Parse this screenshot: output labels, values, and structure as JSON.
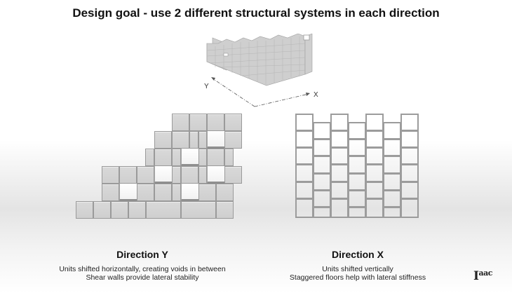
{
  "title": "Design goal - use 2 different structural systems in each direction",
  "iso_view": {
    "axis_y_label": "Y",
    "axis_x_label": "X"
  },
  "direction_y": {
    "heading": "Direction Y",
    "line1": "Units shifted horizontally, creating voids in between",
    "line2": "Shear walls provide lateral stability"
  },
  "direction_x": {
    "heading": "Direction X",
    "line1": "Units shifted vertically",
    "line2": "Staggered floors help with lateral stiffness"
  },
  "logo": {
    "main": "I",
    "sup": "aac"
  },
  "colors": {
    "unit_fill": "#d4d4d4",
    "unit_edge": "#9a9a9a",
    "text": "#111111"
  }
}
